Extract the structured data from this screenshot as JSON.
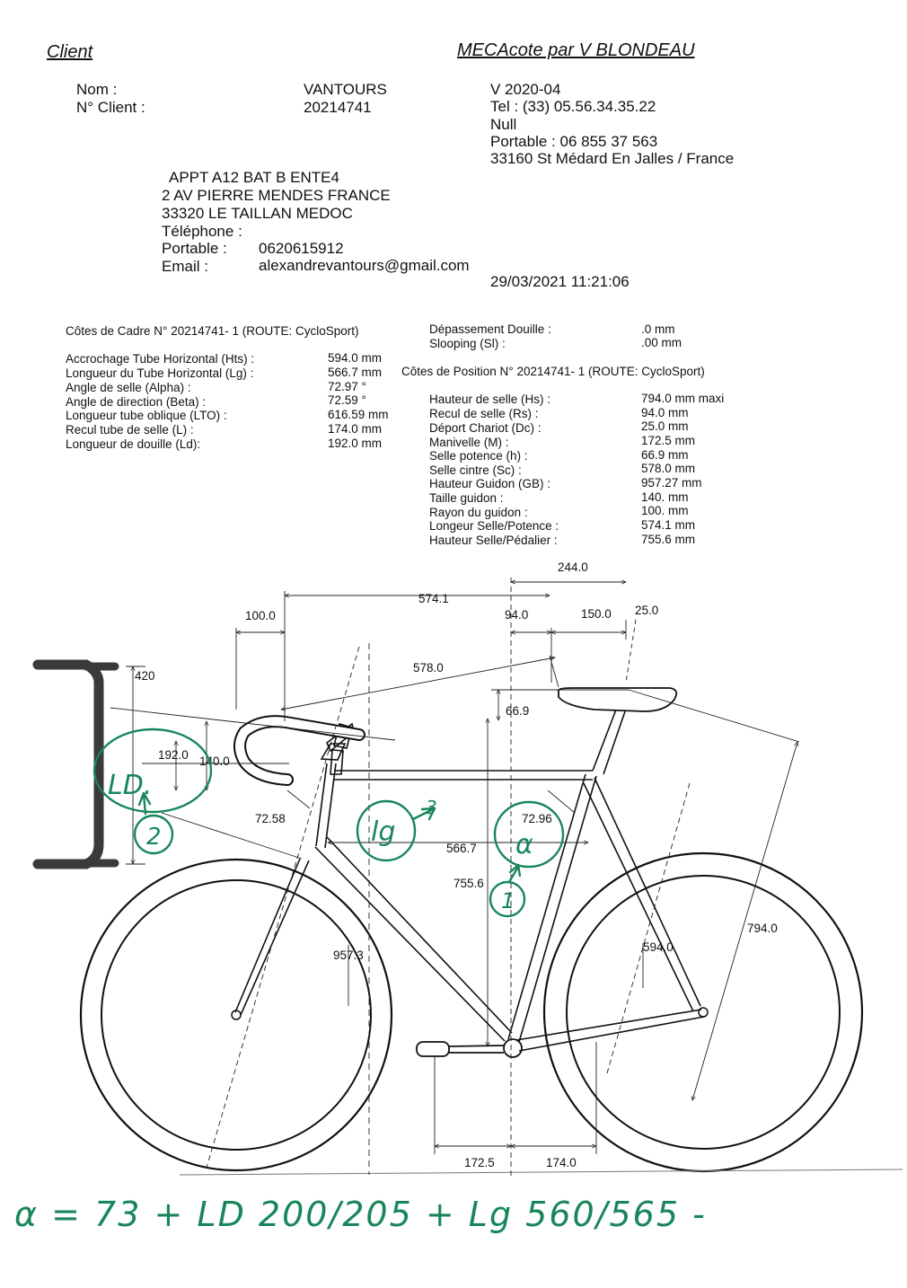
{
  "header": {
    "left_title": "Client",
    "right_title": "MECAcote par V BLONDEAU"
  },
  "client": {
    "nom_label": "Nom :",
    "nom_value": "VANTOURS",
    "num_label": "N° Client :",
    "num_value": "20214741",
    "address_1": "APPT A12 BAT B ENTE4",
    "address_2": "2 AV PIERRE MENDES FRANCE",
    "address_3": "33320 LE TAILLAN MEDOC",
    "telephone_label": "Téléphone :",
    "portable_label": "Portable :",
    "portable_value": "0620615912",
    "email_label": "Email :",
    "email_value": "alexandrevantours@gmail.com"
  },
  "company": {
    "version": "V 2020-04",
    "tel": "Tel : (33) 05.56.34.35.22",
    "null": "Null",
    "portable": "Portable : 06 855 37 563",
    "city": "33160 St Médard En Jalles / France",
    "datetime": "29/03/2021  11:21:06"
  },
  "frame": {
    "title": "Côtes de Cadre N° 20214741- 1  (ROUTE: CycloSport)",
    "rows": [
      {
        "label": "Accrochage Tube Horizontal (Hts) :",
        "value": "594.0 mm"
      },
      {
        "label": "Longueur du Tube Horizontal (Lg) :",
        "value": "566.7 mm"
      },
      {
        "label": "Angle de selle (Alpha) :",
        "value": "72.97 °"
      },
      {
        "label": "Angle de direction (Beta) :",
        "value": "72.59 °"
      },
      {
        "label": "Longueur tube oblique (LTO) :",
        "value": "616.59 mm"
      },
      {
        "label": "Recul tube de selle (L) :",
        "value": "174.0 mm"
      },
      {
        "label": "Longueur de douille (Ld):",
        "value": "192.0 mm"
      }
    ]
  },
  "extra": {
    "depassement_label": "Dépassement Douille :",
    "depassement_value": ".0 mm",
    "slooping_label": "Slooping (Sl) :",
    "slooping_value": ".00 mm"
  },
  "position": {
    "title": "Côtes de Position N° 20214741- 1  (ROUTE: CycloSport)",
    "rows": [
      {
        "label": "Hauteur de selle (Hs) :",
        "value": "794.0 mm maxi"
      },
      {
        "label": "Recul de selle (Rs) :",
        "value": "94.0 mm"
      },
      {
        "label": "Déport Chariot (Dc) :",
        "value": "25.0 mm"
      },
      {
        "label": "Manivelle (M) :",
        "value": " 172.5 mm"
      },
      {
        "label": "Selle potence (h) :",
        "value": "66.9 mm"
      },
      {
        "label": "Selle cintre (Sc) :",
        "value": "578.0 mm"
      },
      {
        "label": "Hauteur Guidon (GB) :",
        "value": "957.27 mm"
      },
      {
        "label": "Taille guidon :",
        "value": "140. mm"
      },
      {
        "label": "Rayon du guidon :",
        "value": "100. mm"
      },
      {
        "label": "Longeur Selle/Potence :",
        "value": "574.1 mm"
      },
      {
        "label": "Hauteur Selle/Pédalier :",
        "value": "755.6 mm"
      }
    ]
  },
  "diagram_labels": {
    "l_244": "244.0",
    "l_574": "574.1",
    "l_100": "100.0",
    "l_94": "94.0",
    "l_150": "150.0",
    "l_25": "25.0",
    "l_420": "420",
    "l_578": "578.0",
    "l_669": "66.9",
    "l_192": "192.0",
    "l_140": "140.0",
    "l_7258": "72.58",
    "l_7296": "72.96",
    "l_5667": "566.7",
    "l_7556": "755.6",
    "l_794": "794.0",
    "l_594": "594.0",
    "l_9573": "957.3",
    "l_1725": "172.5",
    "l_174": "174.0"
  },
  "annotations": {
    "ld": "LD.",
    "lg": "lg",
    "alpha": "α",
    "n1": "1",
    "n2": "2",
    "n3": "3",
    "note": "α = 73 + LD 200/205 + Lg 560/565 -"
  },
  "colors": {
    "ink": "#111111",
    "green": "#18865a",
    "handlebar_outline": "#3a3a3a"
  }
}
